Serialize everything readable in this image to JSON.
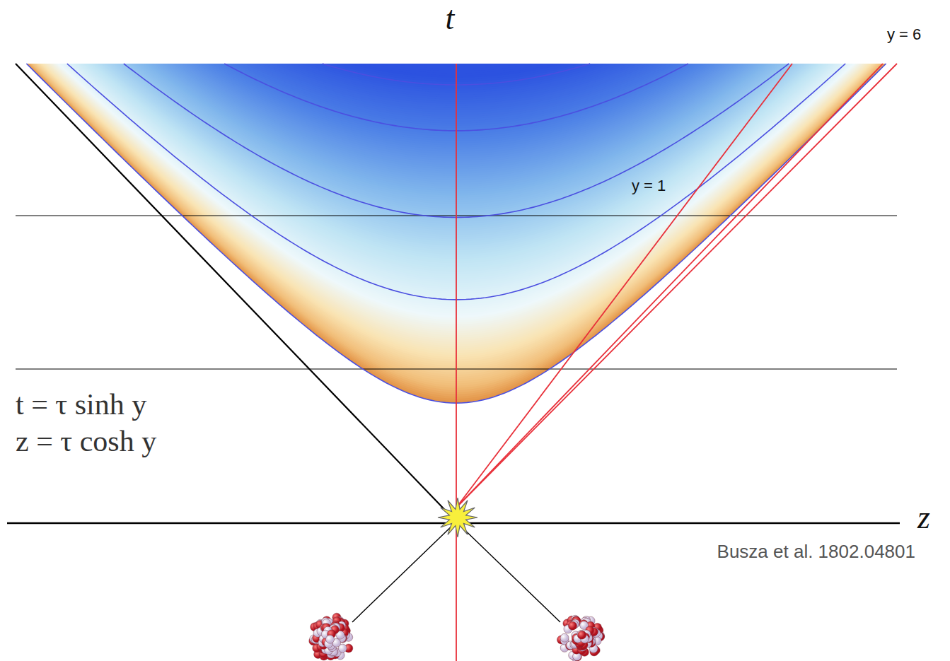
{
  "diagram": {
    "labels": [
      "t",
      "y = 6",
      "y = 1",
      "t = τ sinh y",
      "z = τ cosh y",
      "z",
      "Busza et al. 1802.04801"
    ]
  }
}
